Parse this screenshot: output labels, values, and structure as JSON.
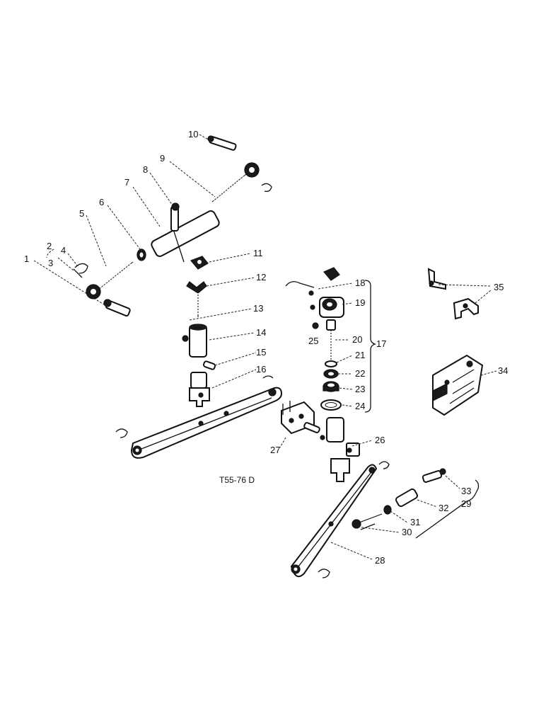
{
  "figure": {
    "caption": "T55-76 D",
    "callouts": [
      "1",
      "2",
      "3",
      "4",
      "5",
      "6",
      "7",
      "8",
      "9",
      "10",
      "11",
      "12",
      "13",
      "14",
      "15",
      "16",
      "17",
      "18",
      "19",
      "20",
      "21",
      "22",
      "23",
      "24",
      "25",
      "26",
      "27",
      "28",
      "29",
      "30",
      "31",
      "32",
      "33",
      "34",
      "35"
    ]
  }
}
